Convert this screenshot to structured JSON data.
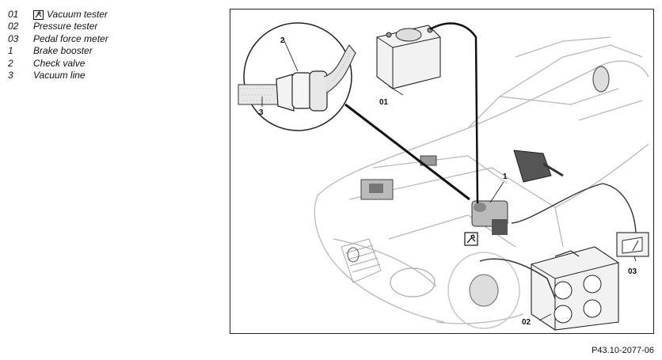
{
  "legend": [
    {
      "code": "01",
      "label": "Vacuum tester",
      "icon": "special-tool-icon"
    },
    {
      "code": "02",
      "label": "Pressure tester"
    },
    {
      "code": "03",
      "label": "Pedal force meter"
    },
    {
      "code": "1",
      "label": "Brake booster"
    },
    {
      "code": "2",
      "label": "Check valve"
    },
    {
      "code": "3",
      "label": "Vacuum line"
    }
  ],
  "callouts": {
    "c01": "01",
    "c02": "02",
    "c03": "03",
    "c1": "1",
    "c2": "2",
    "c3": "3"
  },
  "figure_ref": "P43.10-2077-06"
}
